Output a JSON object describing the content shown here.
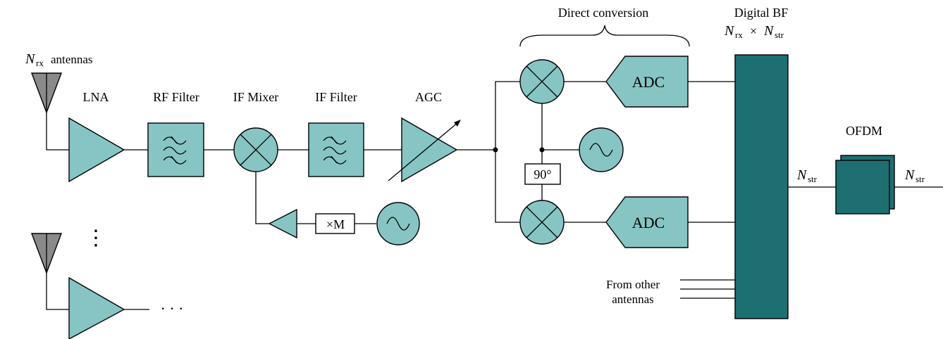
{
  "colors": {
    "block_fill": "#86c5c3",
    "dark_fill": "#1d6f72",
    "antenna_fill": "#8a8a8a",
    "line": "#000000"
  },
  "labels": {
    "antennas_var": "N",
    "antennas_sub": "rx",
    "antennas_text": "antennas",
    "lna": "LNA",
    "rf_filter": "RF Filter",
    "if_mixer": "IF Mixer",
    "if_filter": "IF Filter",
    "agc": "AGC",
    "direct_conversion": "Direct conversion",
    "digital_bf": "Digital BF",
    "dbf_dim_n1": "N",
    "dbf_dim_sub1": "rx",
    "dbf_dim_times": "×",
    "dbf_dim_n2": "N",
    "dbf_dim_sub2": "str",
    "adc_top": "ADC",
    "adc_bottom": "ADC",
    "phase_shift": "90°",
    "multiplier": "×M",
    "ofdm": "OFDM",
    "nstr_in_var": "N",
    "nstr_in_sub": "str",
    "nstr_out_var": "N",
    "nstr_out_sub": "str",
    "from_other_line1": "From other",
    "from_other_line2": "antennas",
    "vertical_ellipsis": "⋮",
    "horizontal_ellipsis": "· · ·"
  },
  "icons": {
    "antenna": "antenna-icon",
    "amplifier": "amplifier-triangle-icon",
    "filter": "bandpass-filter-icon",
    "mixer": "mixer-cross-circle-icon",
    "oscillator": "sine-oscillator-icon",
    "adc": "adc-pentagon-icon"
  }
}
